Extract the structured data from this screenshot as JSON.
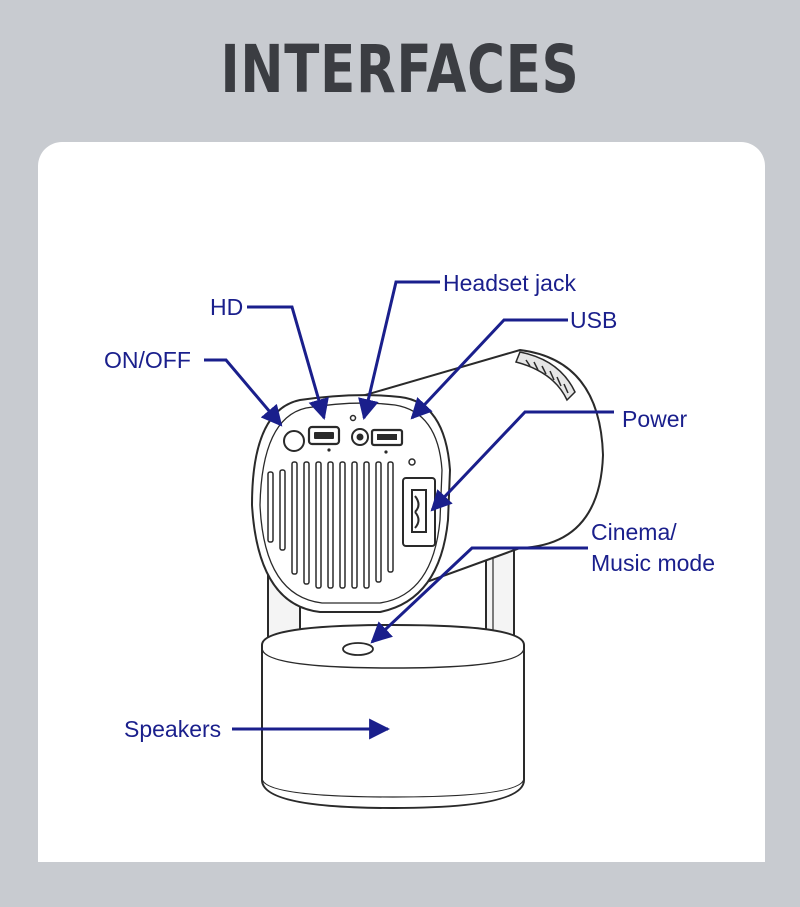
{
  "title": "INTERFACES",
  "colors": {
    "background": "#c8cbd0",
    "card": "#ffffff",
    "title": "#3b3d42",
    "callout": "#1a1f8c",
    "outline": "#2a2a2a"
  },
  "labels": {
    "headset_jack": "Headset jack",
    "hd": "HD",
    "usb": "USB",
    "on_off": "ON/OFF",
    "power": "Power",
    "cinema_line1": "Cinema/",
    "cinema_line2": "Music mode",
    "speakers": "Speakers"
  }
}
